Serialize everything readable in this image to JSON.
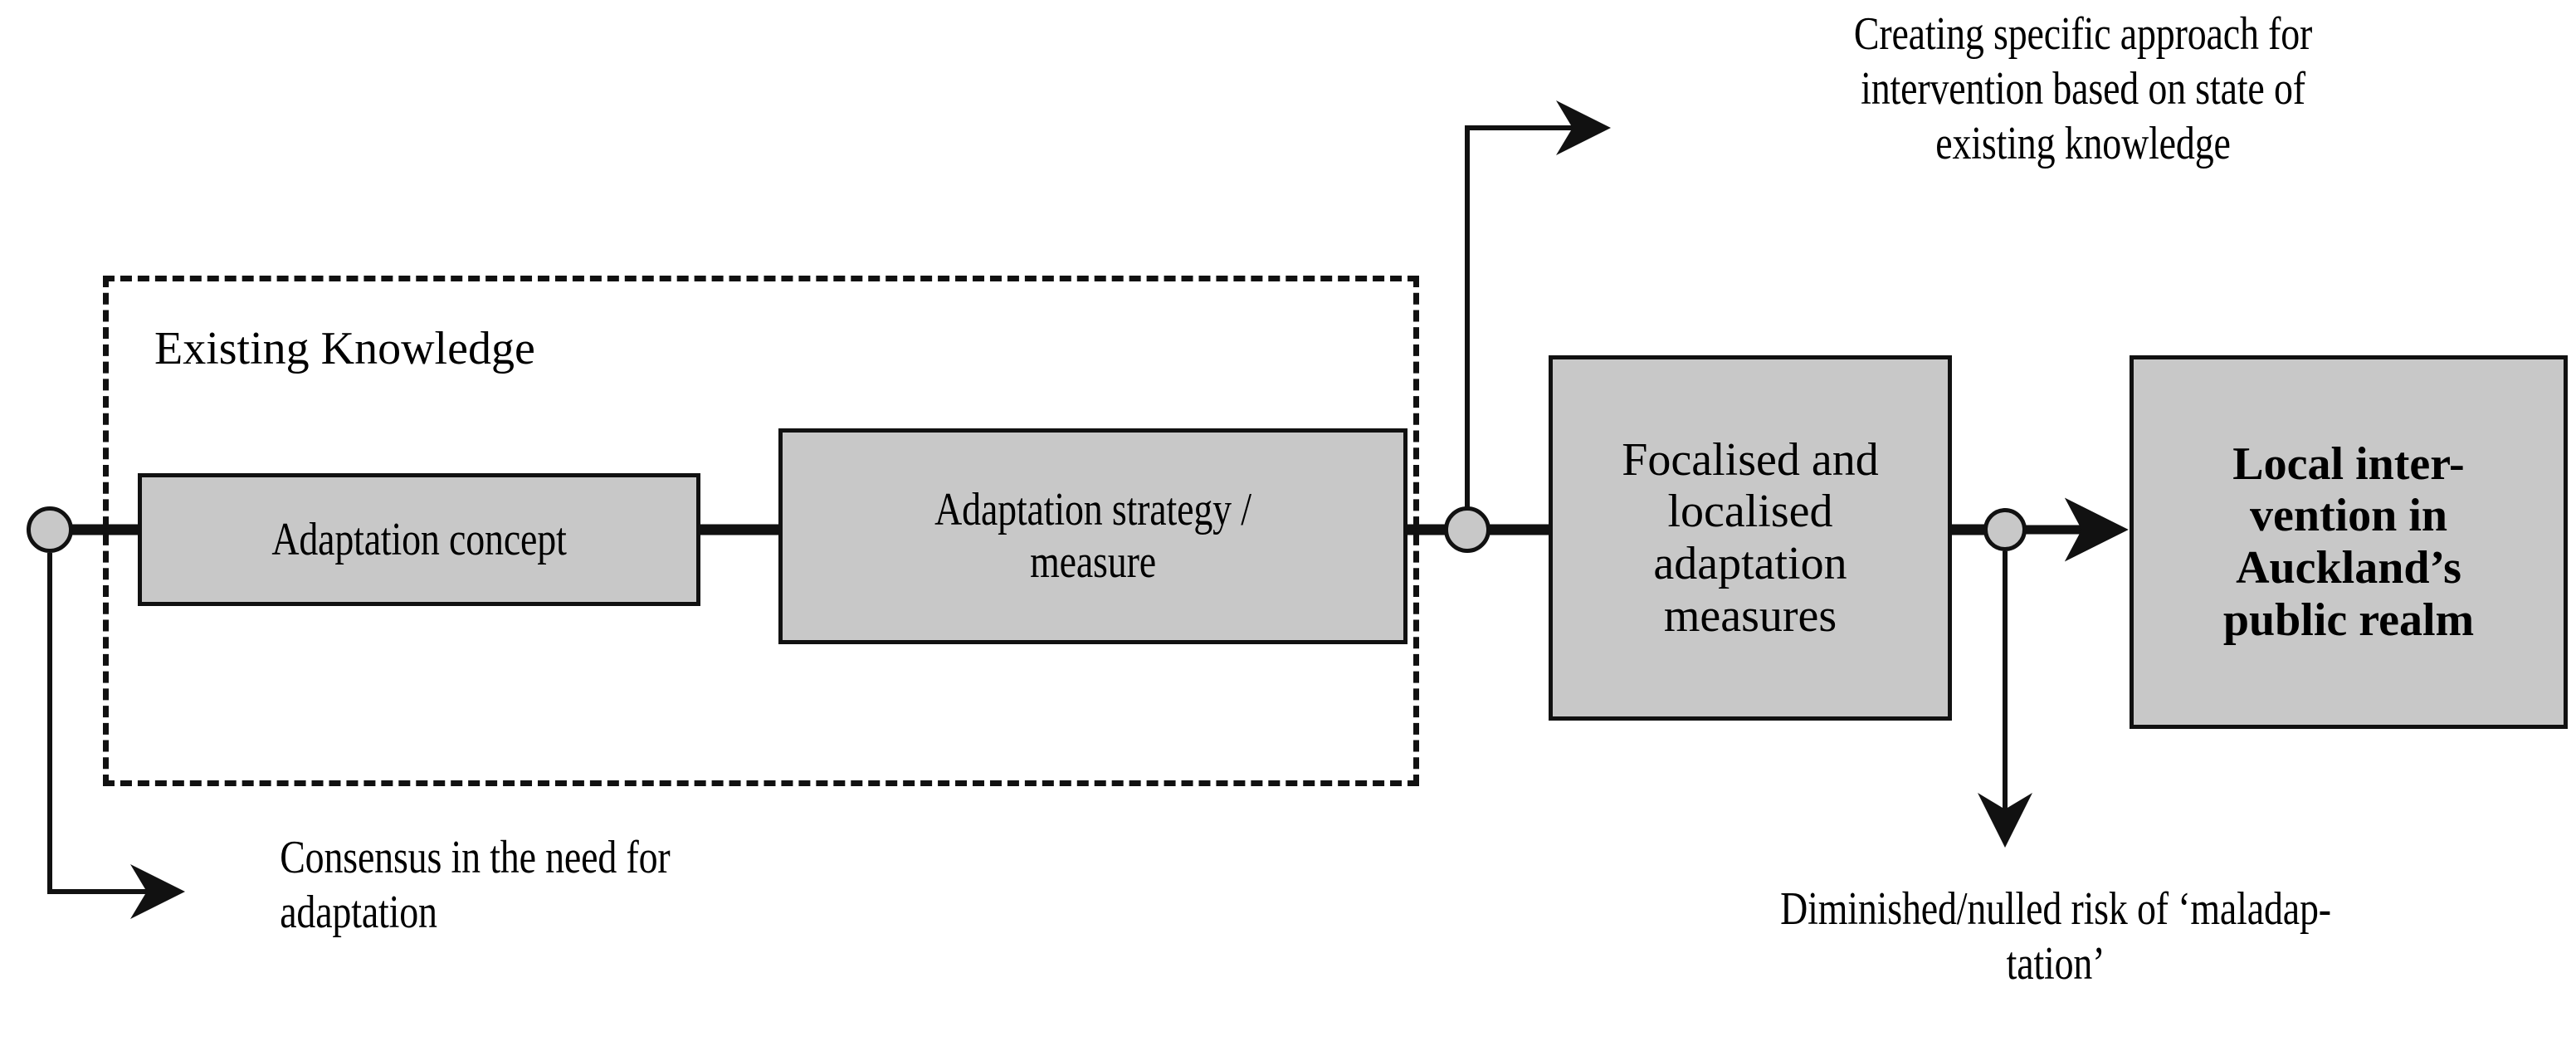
{
  "diagram": {
    "title": "Adaptation concept to local intervention flow",
    "colors": {
      "box_fill": "#c8c8c8",
      "stroke": "#111111",
      "background": "#ffffff"
    },
    "group": {
      "label": "Existing Knowledge",
      "border_style": "dashed"
    },
    "boxes": [
      {
        "id": "adaptation-concept",
        "label": "Adaptation concept",
        "bold": false
      },
      {
        "id": "adaptation-strategy",
        "label": "Adaptation strategy /\nmeasure",
        "bold": false
      },
      {
        "id": "focalised",
        "label": "Focalised and\nlocalised\nadaptation\nmeasures",
        "bold": false
      },
      {
        "id": "local-intervention",
        "label": "Local inter-\nvention in\nAuckland’s\npublic realm",
        "bold": true
      }
    ],
    "annotations": [
      {
        "id": "creating-approach",
        "text": "Creating specific approach for\nintervention based on state of\nexisting knowledge"
      },
      {
        "id": "consensus",
        "text": "Consensus in the need for\nadaptation"
      },
      {
        "id": "maladaptation",
        "text": "Diminished/nulled risk of ‘maladap-\ntation’"
      }
    ],
    "nodes": [
      {
        "id": "start",
        "shape": "circle"
      },
      {
        "id": "mid",
        "shape": "circle"
      },
      {
        "id": "pre",
        "shape": "circle"
      }
    ],
    "connectors": [
      {
        "id": "start-to-concept",
        "from": "node-start",
        "to": "adaptation-concept",
        "style": "thick",
        "arrow": false
      },
      {
        "id": "concept-to-strategy",
        "from": "adaptation-concept",
        "to": "adaptation-strategy",
        "style": "thick",
        "arrow": false
      },
      {
        "id": "strategy-to-mid",
        "from": "adaptation-strategy",
        "to": "node-mid",
        "style": "thick",
        "arrow": false
      },
      {
        "id": "mid-to-focalised",
        "from": "node-mid",
        "to": "focalised",
        "style": "thick",
        "arrow": false
      },
      {
        "id": "focalised-to-pre",
        "from": "focalised",
        "to": "node-pre",
        "style": "thick",
        "arrow": false
      },
      {
        "id": "pre-to-local-intervention",
        "from": "node-pre",
        "to": "local-intervention",
        "style": "thick",
        "arrow": true
      },
      {
        "id": "mid-up-to-creating",
        "from": "node-mid",
        "to": "creating-approach",
        "style": "thin",
        "arrow": true
      },
      {
        "id": "start-down-to-consensus",
        "from": "node-start",
        "to": "consensus",
        "style": "thin",
        "arrow": true
      },
      {
        "id": "pre-down-to-maladaptation",
        "from": "node-pre",
        "to": "maladaptation",
        "style": "thin",
        "arrow": true
      }
    ]
  }
}
